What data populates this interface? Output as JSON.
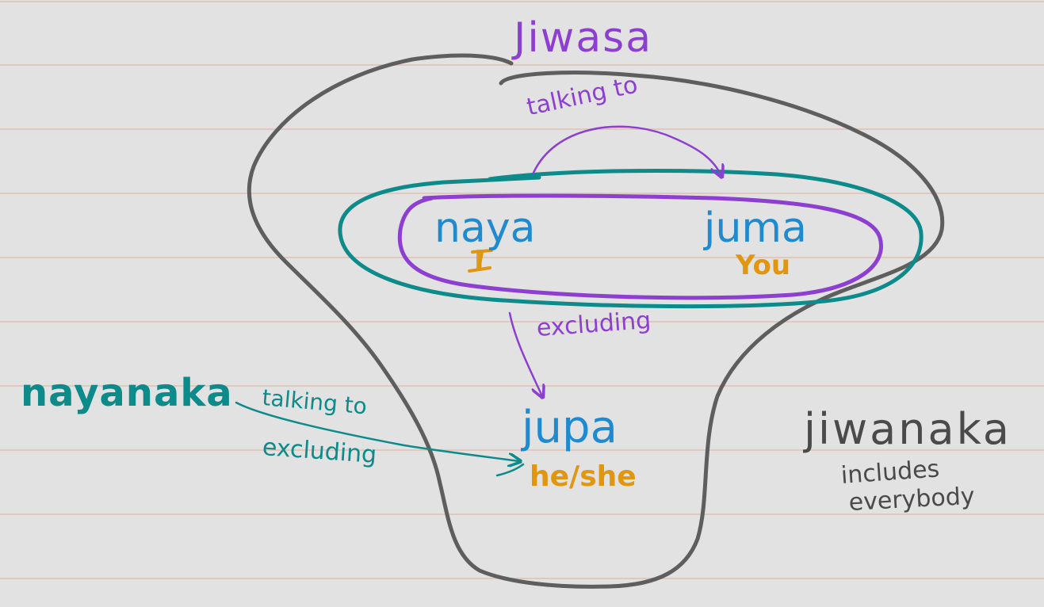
{
  "colors": {
    "background": "#e2e2e2",
    "ruled_line": "#e0c8bd",
    "outer_blob": "#5e5e5e",
    "teal": "#0d8a8a",
    "purple": "#8c3fd0",
    "blue": "#1f8ad0",
    "orange": "#e0960f",
    "dark_text": "#4a4a4a"
  },
  "labels": {
    "jiwasa": "Jiwasa",
    "talking_to_top": "talking to",
    "naya": "naya",
    "naya_gloss": "I",
    "juma": "juma",
    "juma_gloss": "You",
    "excluding_mid": "excluding",
    "jupa": "jupa",
    "jupa_gloss": "he/she",
    "nayanaka": "nayanaka",
    "talking_to_left": "talking to",
    "excluding_left": "excluding",
    "jiwanaka": "jiwanaka",
    "includes": "includes",
    "everybody": "everybody"
  }
}
